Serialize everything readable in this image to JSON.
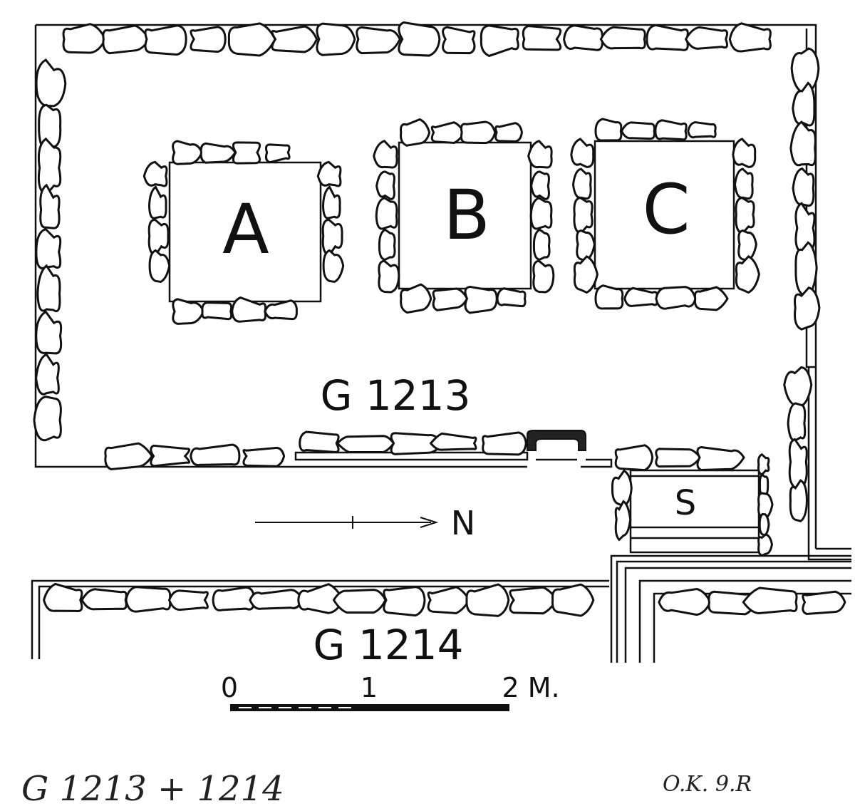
{
  "plan": {
    "tomb_upper": {
      "label": "G 1213"
    },
    "tomb_lower": {
      "label": "G 1214"
    },
    "shafts": [
      {
        "label": "A"
      },
      {
        "label": "B"
      },
      {
        "label": "C"
      }
    ],
    "serdab": {
      "label": "S"
    },
    "north_arrow": {
      "label": "N"
    },
    "scale_bar": {
      "ticks": [
        "0",
        "1",
        "2 M."
      ],
      "length_m": 2
    }
  },
  "annotations": {
    "handwritten_title": "G 1213 + 1214",
    "handwritten_initials": "O.K. 9.R"
  },
  "colors": {
    "ink": "#111111",
    "paper": "#ffffff"
  }
}
